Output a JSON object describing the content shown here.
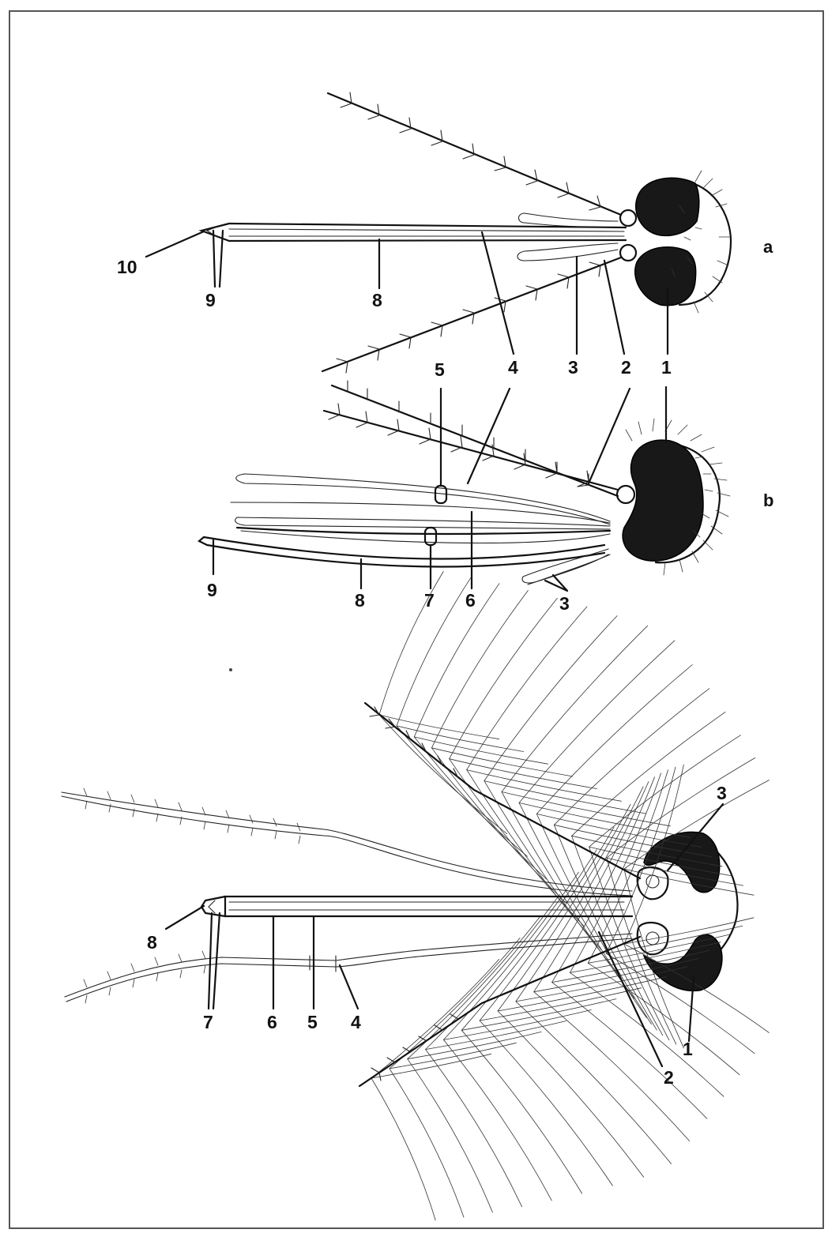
{
  "figure": {
    "panels": [
      {
        "id": "a",
        "label": "a",
        "callouts": [
          "1",
          "2",
          "3",
          "4",
          "8",
          "9",
          "10"
        ]
      },
      {
        "id": "b",
        "label": "b",
        "callouts": [
          "1",
          "2",
          "3",
          "4",
          "5",
          "6",
          "7",
          "8",
          "9"
        ]
      },
      {
        "id": "c",
        "label": "",
        "callouts": [
          "1",
          "2",
          "3",
          "4",
          "5",
          "6",
          "7",
          "8"
        ]
      }
    ]
  },
  "colors": {
    "ink": "#111111",
    "eye": "#181818",
    "paper": "#ffffff"
  }
}
